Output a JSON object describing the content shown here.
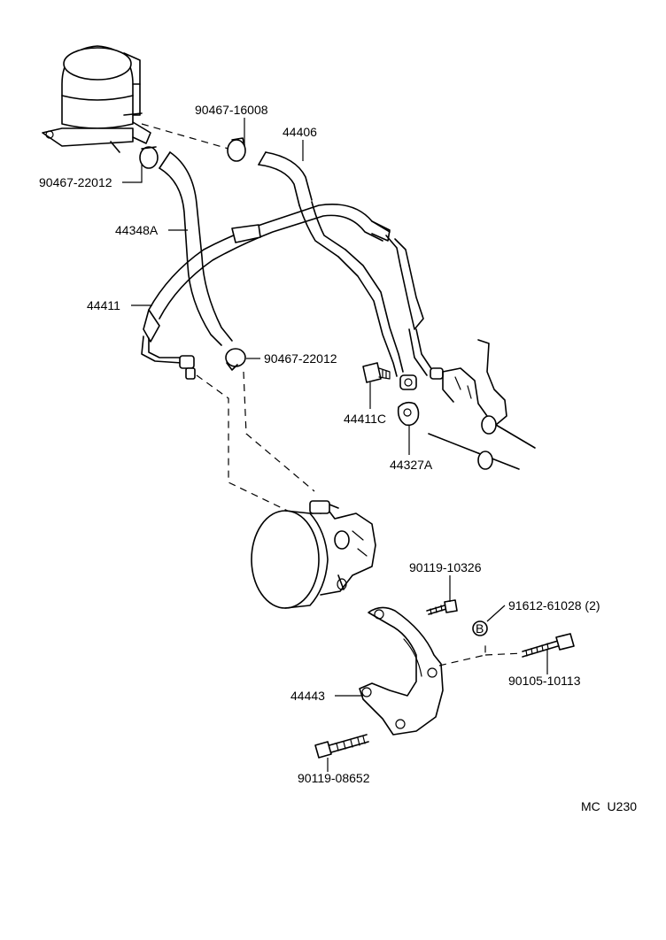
{
  "figure_code": "MC  U230",
  "callouts": {
    "clamp_top": "90467-16008",
    "pressure_tube": "44406",
    "clamp_reservoir": "90467-22012",
    "return_hose": "44348A",
    "return_tube": "44411",
    "clamp_pump": "90467-22012",
    "union_bolt": "44411C",
    "gasket": "44327A",
    "bolt_upper": "90119-10326",
    "washer": "91612-61028 (2)",
    "bolt_long": "90105-10113",
    "bracket": "44443",
    "bolt_lower": "90119-08652"
  },
  "washer_mark": "B"
}
